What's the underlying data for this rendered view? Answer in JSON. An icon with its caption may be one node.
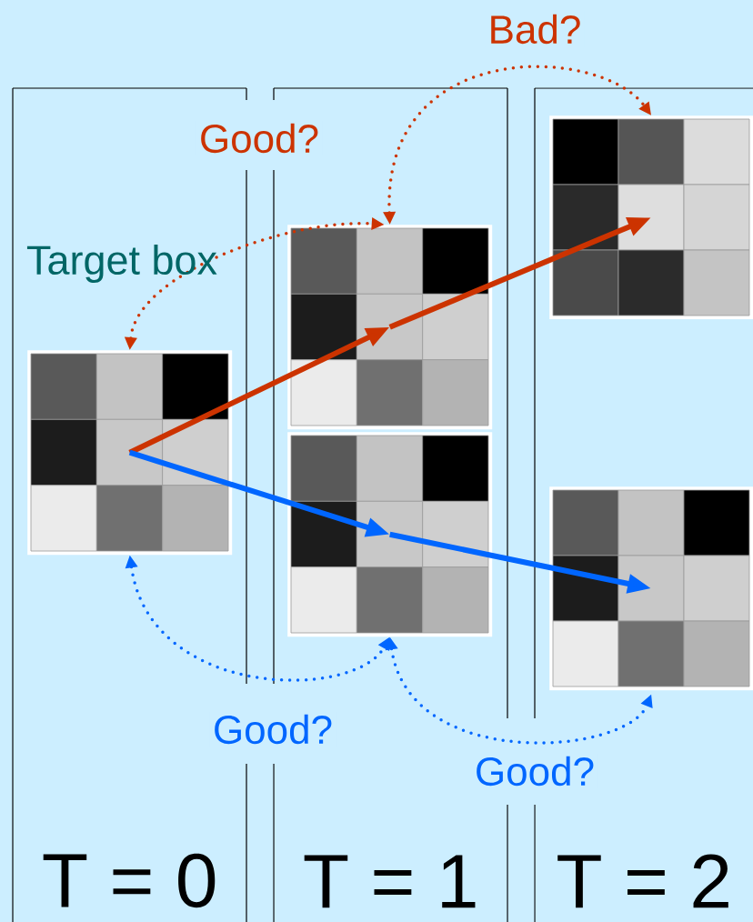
{
  "diagram": {
    "nodes": [
      {
        "text": [
          "T = 0"
        ]
      },
      {
        "text": [
          "T = 1"
        ]
      },
      {
        "text": [
          "T = 2"
        ]
      },
      {
        "text": [],
        "shape": "grid",
        "in": 0
      },
      {
        "text": [],
        "shape": "grid",
        "in": 1
      },
      {
        "text": [],
        "shape": "grid",
        "in": 1
      },
      {
        "text": [],
        "shape": "grid",
        "in": 2
      },
      {
        "text": [],
        "shape": "grid",
        "in": 2
      }
    ],
    "edges": [
      {
        "from": 3,
        "to": 4,
        "arrow": "to",
        "color": "#cc3300"
      },
      {
        "from": 4,
        "to": 6,
        "arrow": "to",
        "color": "#cc3300"
      },
      {
        "from": 3,
        "to": 5,
        "arrow": "to",
        "color": "#0066ff"
      },
      {
        "from": 5,
        "to": 7,
        "arrow": "to",
        "color": "#0066ff"
      },
      {
        "from": 3,
        "to": 4,
        "arrow": "both",
        "label": "Good?",
        "style": "dashed",
        "color": "#cc3300"
      },
      {
        "from": 4,
        "to": 6,
        "arrow": "both",
        "label": "Bad?",
        "style": "dashed",
        "color": "#cc3300"
      },
      {
        "from": 3,
        "to": 5,
        "arrow": "both",
        "label": "Good?",
        "style": "dashed",
        "color": "#0066ff"
      },
      {
        "from": 5,
        "to": 7,
        "arrow": "both",
        "label": "Good?",
        "style": "dashed",
        "color": "#0066ff"
      }
    ],
    "labels": [
      "Target box"
    ]
  }
}
